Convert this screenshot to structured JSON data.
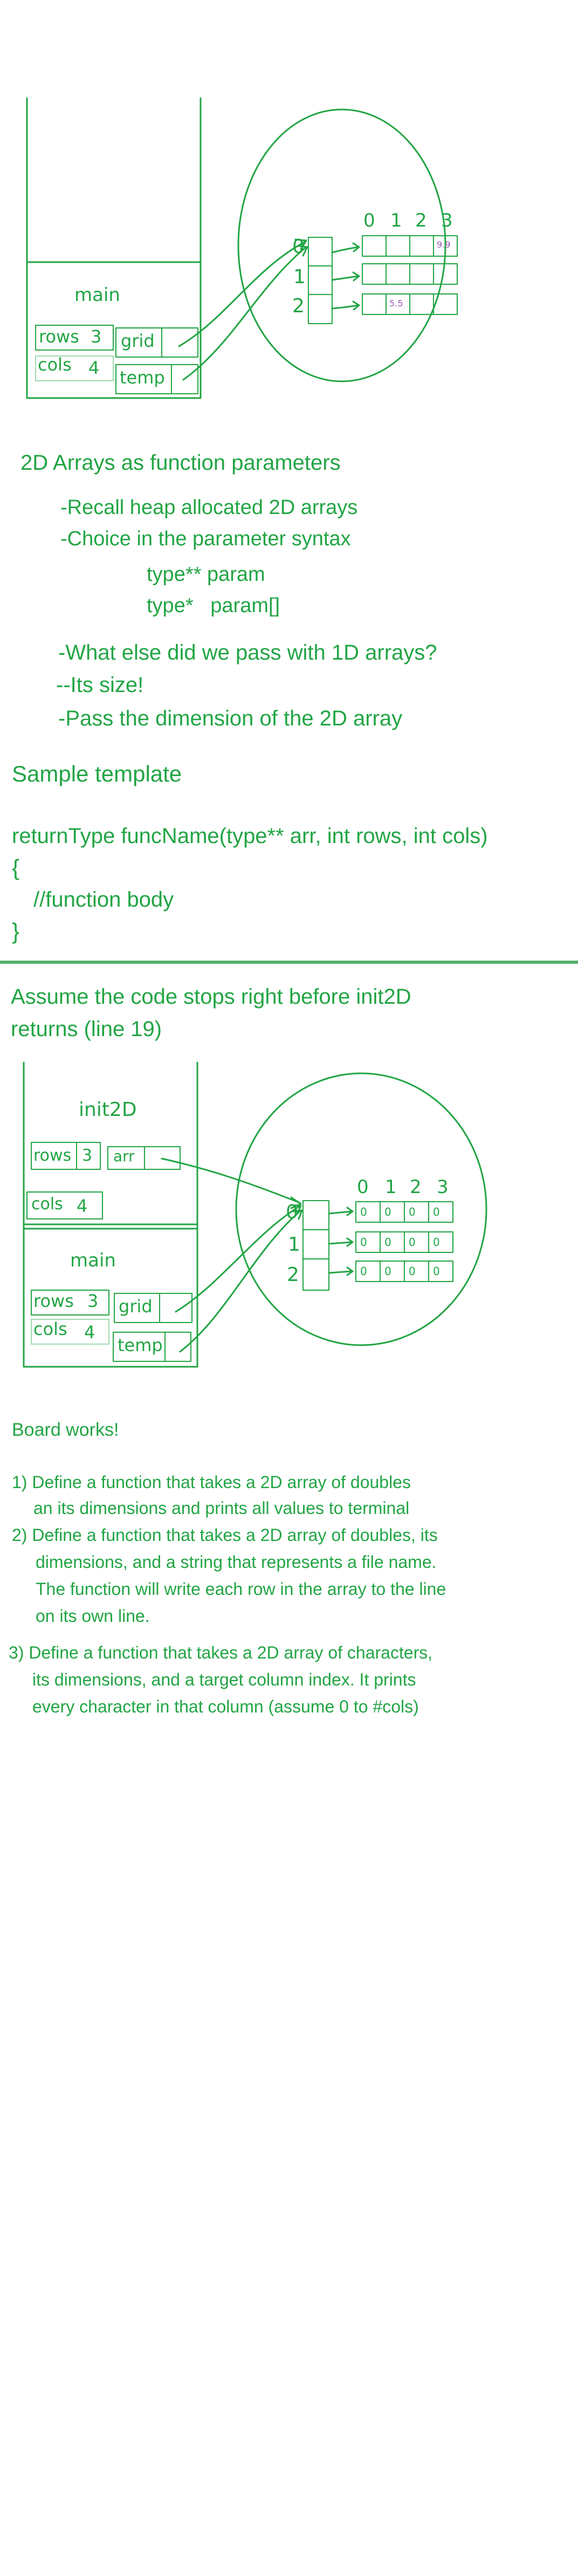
{
  "colors": {
    "ink": "#22a544",
    "accent_purple": "#9b59b6",
    "background": "#ffffff"
  },
  "diagram1": {
    "frame_label": "main",
    "rows_label": "rows",
    "rows_value": "3",
    "cols_label": "cols",
    "cols_value": "4",
    "grid_label": "grid",
    "temp_label": "temp",
    "col_indices": [
      "0",
      "1",
      "2",
      "3"
    ],
    "row_indices": [
      "0",
      "1",
      "2"
    ],
    "cell_value_a": "9.9",
    "cell_value_b": "5.5"
  },
  "section_title": "2D Arrays as function parameters",
  "bullets": [
    "-Recall heap allocated 2D arrays",
    "-Choice in the parameter syntax",
    "type** param",
    "type*   param[]",
    "-What else did we pass with 1D arrays?",
    "--Its size!",
    "-Pass the dimension of the 2D array"
  ],
  "template": {
    "heading": "Sample template",
    "signature": "returnType funcName(type** arr, int rows, int cols)",
    "open_brace": "{",
    "body": "//function body",
    "close_brace": "}"
  },
  "assume_text": [
    "Assume the code stops right before init2D",
    "returns (line 19)"
  ],
  "diagram2": {
    "init_label": "init2D",
    "rows_label": "rows",
    "rows_value": "3",
    "arr_label": "arr",
    "cols_label": "cols",
    "cols_value": "4",
    "main_label": "main",
    "main_rows_label": "rows",
    "main_rows_value": "3",
    "main_cols_label": "cols",
    "main_cols_value": "4",
    "grid_label": "grid",
    "temp_label": "temp",
    "col_indices": [
      "0",
      "1",
      "2",
      "3"
    ],
    "row_indices": [
      "0",
      "1",
      "2"
    ],
    "cell_zero": "0"
  },
  "board": {
    "heading": "Board works!",
    "item1": [
      "1) Define a function that takes a 2D array of doubles",
      "an its dimensions and prints all values to terminal"
    ],
    "item2": [
      "2) Define a function that takes a 2D array of doubles, its",
      "dimensions, and a string that represents a file name.",
      "The function will write each row in the array to the line",
      "on its own line."
    ],
    "item3": [
      "3) Define a function that takes a 2D array of characters,",
      "its dimensions, and a target column index. It prints",
      "every character in that column (assume 0 to #cols)"
    ]
  }
}
